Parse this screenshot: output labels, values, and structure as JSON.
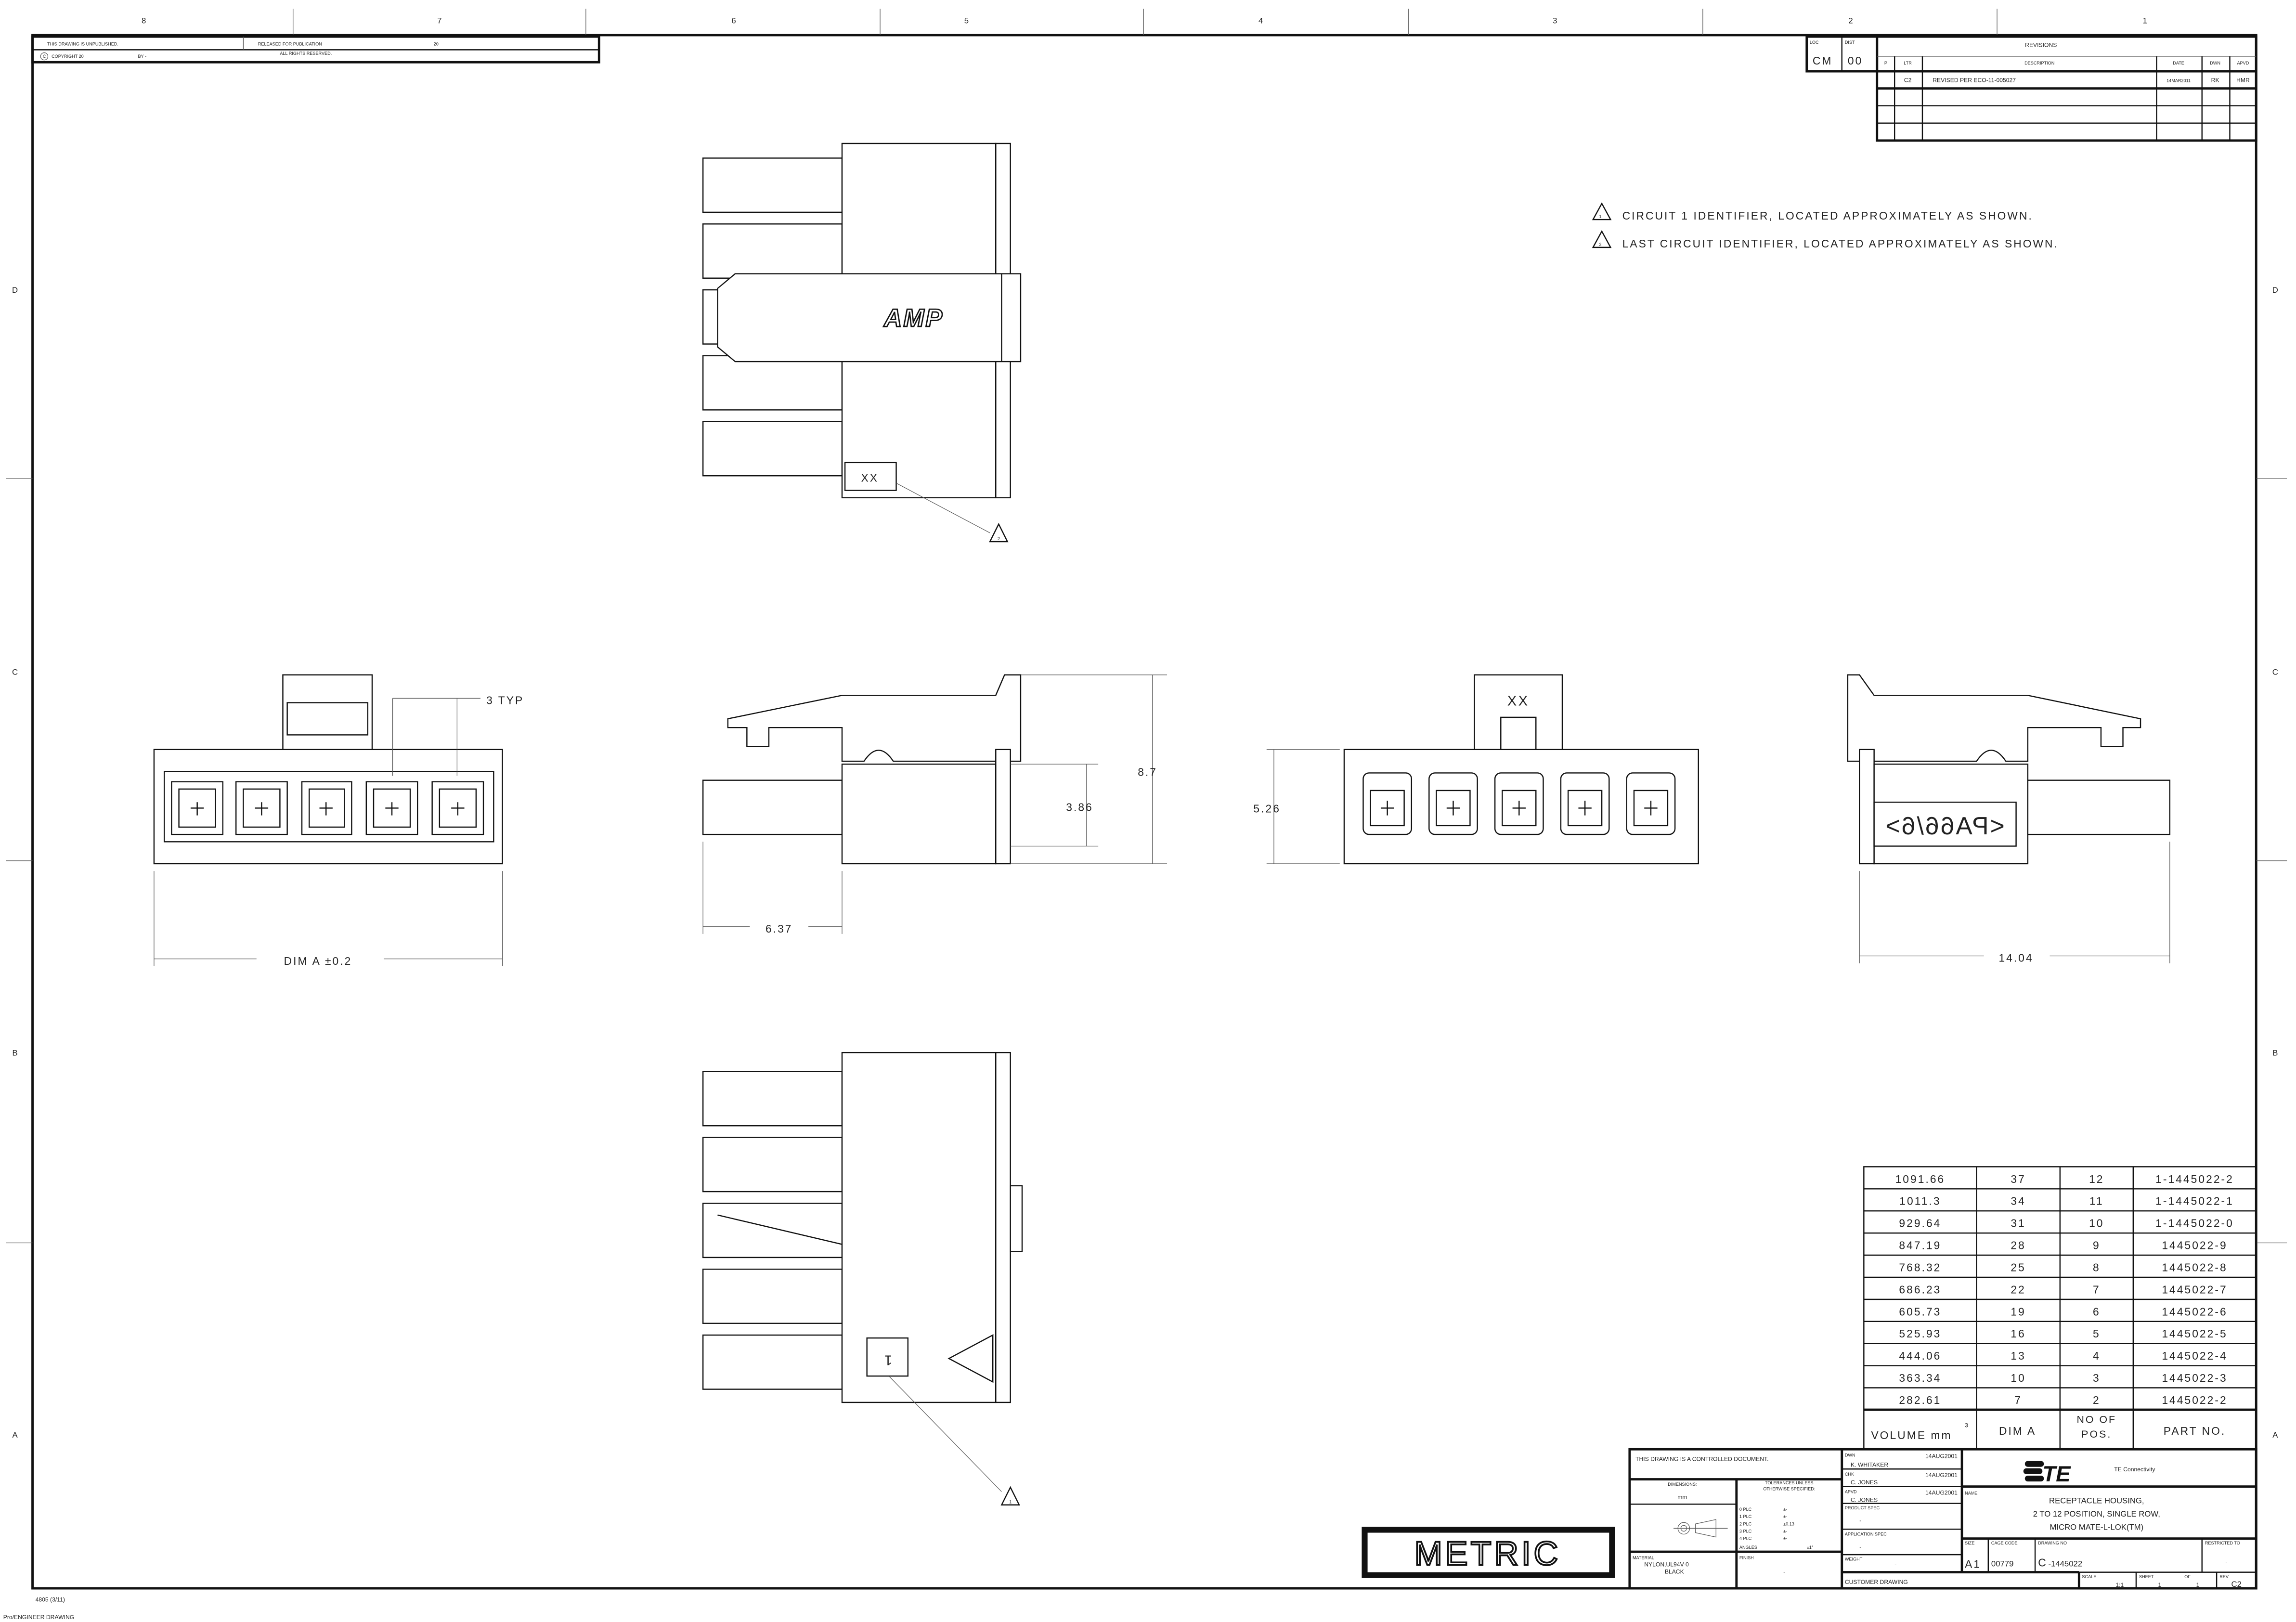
{
  "frame": {
    "zones_top": [
      "8",
      "7",
      "6",
      "5",
      "4",
      "3",
      "2",
      "1"
    ],
    "zones_side": [
      "D",
      "C",
      "B",
      "A"
    ],
    "form_no": "4805 (3/11)",
    "software": "Pro/ENGINEER DRAWING"
  },
  "header_box": {
    "unpublished": "THIS DRAWING IS UNPUBLISHED.",
    "released": "RELEASED FOR PUBLICATION",
    "released_year": "20",
    "copyright_symbol": "C",
    "copyright": "COPYRIGHT 20",
    "by": "BY -",
    "rights": "ALL RIGHTS RESERVED."
  },
  "revisions": {
    "loc_label": "LOC",
    "loc": "CM",
    "dist_label": "DIST",
    "dist": "00",
    "title": "REVISIONS",
    "columns": [
      "P",
      "LTR",
      "DESCRIPTION",
      "DATE",
      "DWN",
      "APVD"
    ],
    "rows": [
      {
        "p": "",
        "ltr": "C2",
        "description": "REVISED PER ECO-11-005027",
        "date": "14MAR2011",
        "dwn": "RK",
        "apvd": "HMR"
      }
    ]
  },
  "notes": [
    {
      "num": "1",
      "text": "CIRCUIT 1 IDENTIFIER, LOCATED APPROXIMATELY AS SHOWN."
    },
    {
      "num": "2",
      "text": "LAST CIRCUIT IDENTIFIER, LOCATED APPROXIMATELY AS SHOWN."
    }
  ],
  "views": {
    "brand_mark": "AMP",
    "marker_xx": "XX",
    "callout_1": "1",
    "callout_2": "2",
    "material_mark": "<PA66/6>",
    "dims": {
      "pitch": "3 TYP",
      "dim_a": "DIM A ±0.2",
      "height": "8.7",
      "mid": "3.86",
      "stub": "6.37",
      "front_height": "5.26",
      "length": "14.04"
    }
  },
  "part_table": {
    "headers": [
      "VOLUME mm",
      "DIM A",
      "NO OF POS.",
      "PART NO."
    ],
    "volume_exp": "3",
    "rows": [
      [
        "1091.66",
        "37",
        "12",
        "1-1445022-2"
      ],
      [
        "1011.3",
        "34",
        "11",
        "1-1445022-1"
      ],
      [
        "929.64",
        "31",
        "10",
        "1-1445022-0"
      ],
      [
        "847.19",
        "28",
        "9",
        "1445022-9"
      ],
      [
        "768.32",
        "25",
        "8",
        "1445022-8"
      ],
      [
        "686.23",
        "22",
        "7",
        "1445022-7"
      ],
      [
        "605.73",
        "19",
        "6",
        "1445022-6"
      ],
      [
        "525.93",
        "16",
        "5",
        "1445022-5"
      ],
      [
        "444.06",
        "13",
        "4",
        "1445022-4"
      ],
      [
        "363.34",
        "10",
        "3",
        "1445022-3"
      ],
      [
        "282.61",
        "7",
        "2",
        "1445022-2"
      ]
    ]
  },
  "metric_stamp": "METRIC",
  "title_block": {
    "controlled": "THIS DRAWING IS A CONTROLLED DOCUMENT.",
    "dimensions_label": "DIMENSIONS:",
    "units": "mm",
    "tolerances_label_1": "TOLERANCES UNLESS",
    "tolerances_label_2": "OTHERWISE SPECIFIED:",
    "tolerances": [
      {
        "k": "0 PLC",
        "v": "±-"
      },
      {
        "k": "1 PLC",
        "v": "±-"
      },
      {
        "k": "2 PLC",
        "v": "±0.13"
      },
      {
        "k": "3 PLC",
        "v": "±-"
      },
      {
        "k": "4 PLC",
        "v": "±-"
      },
      {
        "k": "ANGLES",
        "v": "±1°"
      }
    ],
    "material_label": "MATERIAL",
    "material_1": "NYLON,UL94V-0",
    "material_2": "BLACK",
    "finish_label": "FINISH",
    "finish": "-",
    "dwn_label": "DWN",
    "dwn_date": "14AUG2001",
    "dwn_name": "K. WHITAKER",
    "chk_label": "CHK",
    "chk_date": "14AUG2001",
    "chk_name": "C. JONES",
    "apvd_label": "APVD",
    "apvd_date": "14AUG2001",
    "apvd_name": "C. JONES",
    "product_spec_label": "PRODUCT SPEC",
    "product_spec": "-",
    "application_spec_label": "APPLICATION SPEC",
    "application_spec": "-",
    "weight_label": "WEIGHT",
    "weight": "-",
    "customer_drawing": "CUSTOMER DRAWING",
    "company_logo": "TE",
    "company": "TE Connectivity",
    "name_label": "NAME",
    "name_1": "RECEPTACLE HOUSING,",
    "name_2": "2 TO 12 POSITION, SINGLE ROW,",
    "name_3": "MICRO MATE-L-LOK(TM)",
    "size_label": "SIZE",
    "size": "A1",
    "cage_label": "CAGE CODE",
    "cage": "00779",
    "drawing_no_label": "DRAWING NO",
    "drawing_prefix": "C",
    "drawing_no": "-1445022",
    "restricted_label": "RESTRICTED TO",
    "restricted": "-",
    "scale_label": "SCALE",
    "scale": "1:1",
    "sheet_label": "SHEET",
    "sheet": "1",
    "of_label": "OF",
    "of": "1",
    "rev_label": "REV",
    "rev": "C2"
  }
}
